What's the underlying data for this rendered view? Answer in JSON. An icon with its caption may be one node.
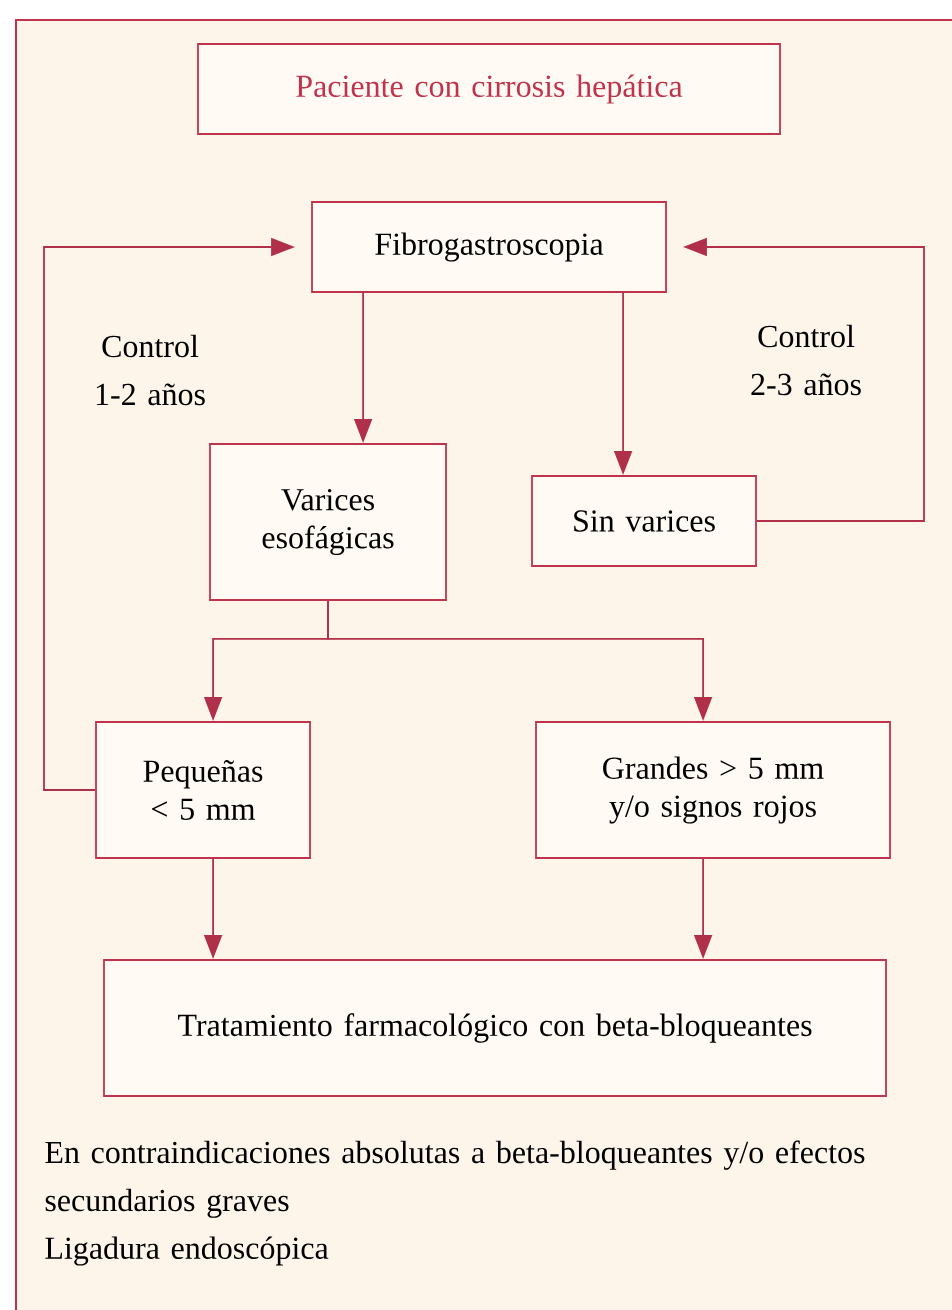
{
  "diagram": {
    "nodes": [
      {
        "text": [
          "Paciente con cirrosis hepática"
        ]
      },
      {
        "text": [
          "Fibrogastroscopia"
        ]
      },
      {
        "text": [
          "Varices esofágicas"
        ]
      },
      {
        "text": [
          "Sin varices"
        ]
      },
      {
        "text": [
          "Pequeñas < 5 mm"
        ]
      },
      {
        "text": [
          "Grandes > 5 mm y/o signos rojos"
        ]
      },
      {
        "text": [
          "Tratamiento farmacológico con beta-bloqueantes"
        ]
      }
    ],
    "edges": [
      {
        "from": 1,
        "to": 2,
        "arrow": "to"
      },
      {
        "from": 1,
        "to": 3,
        "arrow": "to"
      },
      {
        "from": 2,
        "to": 4,
        "arrow": "to"
      },
      {
        "from": 2,
        "to": 5,
        "arrow": "to"
      },
      {
        "from": 4,
        "to": 6,
        "arrow": "to"
      },
      {
        "from": 5,
        "to": 6,
        "arrow": "to"
      },
      {
        "from": 4,
        "to": 1,
        "arrow": "to",
        "label": "Control 1-2 años"
      },
      {
        "from": 3,
        "to": 1,
        "arrow": "to",
        "label": "Control 2-3 años"
      }
    ],
    "labels": [
      "En contraindicaciones absolutas a beta-bloqueantes y/o efectos secundarios graves",
      "Ligadura endoscópica"
    ]
  }
}
